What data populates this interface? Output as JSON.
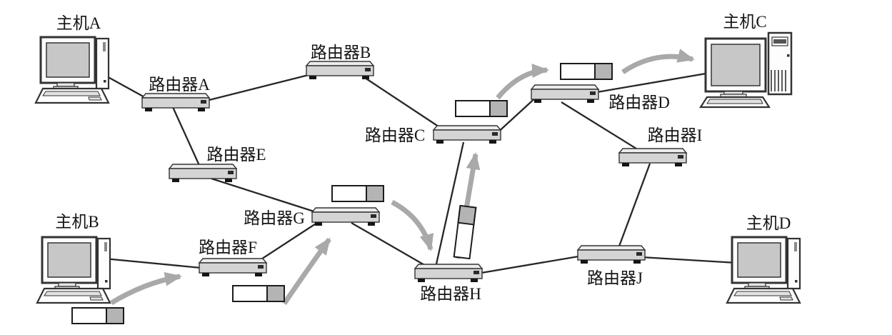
{
  "diagram": {
    "type": "network-topology",
    "description_visible_text_only": true,
    "nodes": {
      "host_a": {
        "label": "主机A",
        "type": "host"
      },
      "host_b": {
        "label": "主机B",
        "type": "host"
      },
      "host_c": {
        "label": "主机C",
        "type": "host"
      },
      "host_d": {
        "label": "主机D",
        "type": "host"
      },
      "router_a": {
        "label": "路由器A",
        "type": "router"
      },
      "router_b": {
        "label": "路由器B",
        "type": "router"
      },
      "router_c": {
        "label": "路由器C",
        "type": "router"
      },
      "router_d": {
        "label": "路由器D",
        "type": "router"
      },
      "router_e": {
        "label": "路由器E",
        "type": "router"
      },
      "router_f": {
        "label": "路由器F",
        "type": "router"
      },
      "router_g": {
        "label": "路由器G",
        "type": "router"
      },
      "router_h": {
        "label": "路由器H",
        "type": "router"
      },
      "router_i": {
        "label": "路由器I",
        "type": "router"
      },
      "router_j": {
        "label": "路由器J",
        "type": "router"
      }
    },
    "edges": [
      [
        "host_a",
        "router_a"
      ],
      [
        "router_a",
        "router_b"
      ],
      [
        "router_a",
        "router_e"
      ],
      [
        "router_b",
        "router_c"
      ],
      [
        "router_c",
        "router_d"
      ],
      [
        "router_c",
        "router_h"
      ],
      [
        "router_d",
        "host_c"
      ],
      [
        "router_d",
        "router_i"
      ],
      [
        "router_e",
        "router_g"
      ],
      [
        "host_b",
        "router_f"
      ],
      [
        "router_f",
        "router_g"
      ],
      [
        "router_g",
        "router_h"
      ],
      [
        "router_h",
        "router_j"
      ],
      [
        "router_i",
        "router_j"
      ],
      [
        "router_j",
        "host_d"
      ]
    ],
    "packets": [
      {
        "location": "below-host-b"
      },
      {
        "location": "below-router-f"
      },
      {
        "location": "above-right-of-router-g"
      },
      {
        "location": "between-router-h-and-router-c",
        "rotated": true
      },
      {
        "location": "above-router-c"
      },
      {
        "location": "above-router-d-left-of-host-c"
      }
    ],
    "flow_arrows": [
      {
        "from": "host_b",
        "to": "router_f"
      },
      {
        "from": "router_f",
        "to": "router_g"
      },
      {
        "from": "router_g",
        "to": "router_h"
      },
      {
        "from": "router_h",
        "to": "router_c"
      },
      {
        "from": "router_c",
        "to": "router_d"
      },
      {
        "from": "router_d",
        "to": "host_c"
      }
    ],
    "colors": {
      "background": "#ffffff",
      "link_line": "#262626",
      "flow_arrow": "#a9a9a9",
      "device_front": "#d4d4d4",
      "device_top": "#ececec",
      "screen_fill": "#c7c7c7",
      "packet_body": "#ffffff",
      "packet_tail": "#b4b4b4"
    }
  }
}
